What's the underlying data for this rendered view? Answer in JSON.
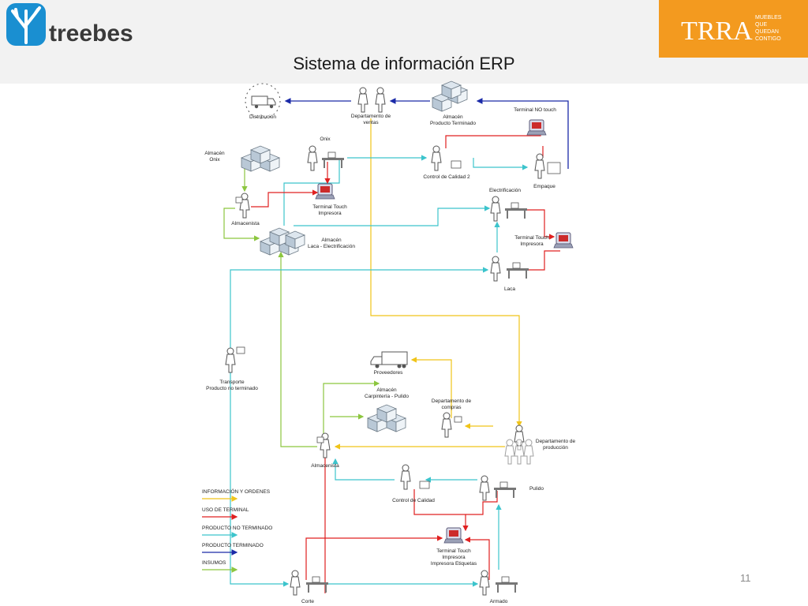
{
  "header": {
    "brand_left": "treebes",
    "brand_right": {
      "mark": "TRRA",
      "tagline_lines": [
        "MUEBLES",
        "QUE",
        "QUEDAN",
        "CONTIGO"
      ]
    }
  },
  "title": "Sistema de información ERP",
  "page_number": "11",
  "diagram": {
    "nodes": {
      "distribucion": "Distribución",
      "ventas": [
        "Departamento de",
        "ventas"
      ],
      "almacen_pt": [
        "Almacén",
        "Producto Terminado"
      ],
      "terminal_no_touch": "Terminal NO touch",
      "almacen_onix": [
        "Almacén",
        "Onix"
      ],
      "onix": "Onix",
      "control_calidad_2": "Control de Calidad 2",
      "empaque": "Empaque",
      "almacenista_1": "Almacenista",
      "terminal_touch_1": [
        "Terminal Touch",
        "Impresora"
      ],
      "electrificacion": "Electrificación",
      "almacen_laca": [
        "Almacén",
        "Laca - Electrificación"
      ],
      "terminal_touch_2": [
        "Terminal Touch",
        "Impresora"
      ],
      "laca": "Laca",
      "transporte": [
        "Transporte",
        "Producto no terminado"
      ],
      "proveedores": "Proveedores",
      "almacen_carpinteria": [
        "Almacén",
        "Carpintería - Pulido"
      ],
      "compras": [
        "Departamento de",
        "compras"
      ],
      "produccion": [
        "Departamento de",
        "producción"
      ],
      "almacenista_2": "Almacenista",
      "control_calidad": "Control de Calidad",
      "pulido": "Pulido",
      "terminal_touch_3": [
        "Terminal Touch",
        "Impresora",
        "Impresora Etiquetas"
      ],
      "corte": "Corte",
      "armado": "Armado"
    },
    "legend": [
      {
        "label": "INFORMACIÓN Y ORDENES",
        "color": "#f0c419"
      },
      {
        "label": "USO DE TERMINAL",
        "color": "#e02020"
      },
      {
        "label": "PRODUCTO NO TERMINADO",
        "color": "#3cc4cc"
      },
      {
        "label": "PRODUCTO TERMINADO",
        "color": "#1a2aa8"
      },
      {
        "label": "INSUMOS",
        "color": "#8cc63f"
      }
    ],
    "icons": {
      "person": "person-icon",
      "boxes": "boxes-stack-icon",
      "terminal": "terminal-monitor-icon",
      "truck": "truck-icon",
      "workbench": "workbench-icon"
    }
  }
}
